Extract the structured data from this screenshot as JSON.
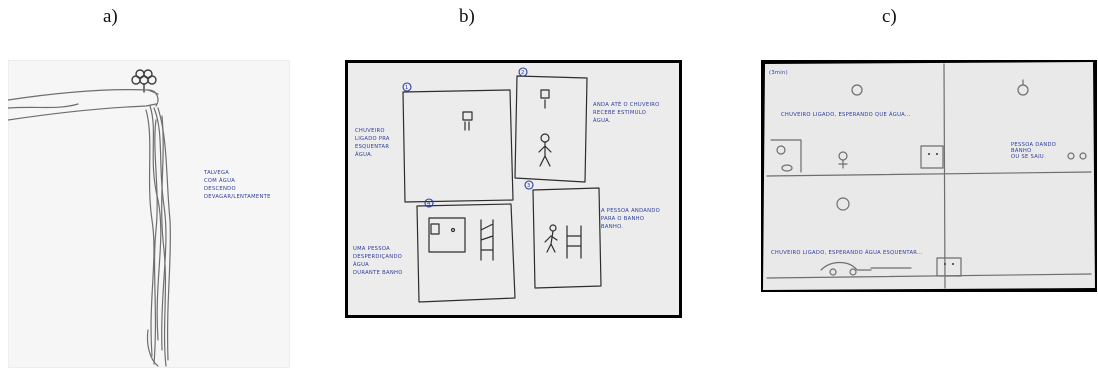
{
  "labels": {
    "a": "a)",
    "b": "b)",
    "c": "c)"
  },
  "panel_a": {
    "note": [
      "TALVEGA",
      "COM ÁGUA",
      "DESCENDO",
      "DEVAGAR/LENTAMENTE"
    ]
  },
  "panel_b": {
    "numbers": [
      "1",
      "2",
      "3",
      "4"
    ],
    "note_1": [
      "CHUVEIRO",
      "LIGADO PRA",
      "ESQUENTAR",
      "ÁGUA."
    ],
    "note_2": [
      "ANDA ATÉ O CHUVEIRO",
      "RECEBE ESTIMULO",
      "ÁGUA."
    ],
    "note_3": [
      "A PESSOA ANDANDO",
      "PARA O BANHO",
      "BANHO."
    ],
    "note_4": [
      "UMA PESSOA",
      "DESPERDIÇANDO",
      "ÁGUA",
      "DURANTE BANHO"
    ]
  },
  "panel_c": {
    "corner": "(3min)",
    "note_top": "CHUVEIRO LIGADO, ESPERANDO QUE ÁGUA...",
    "note_right": [
      "PESSOA DANDO",
      "BANHO",
      "OU SE SAIU"
    ],
    "note_bottom": "CHUVEIRO LIGADO, ESPERANDO ÁGUA ESQUENTAR..."
  },
  "colors": {
    "ink": "#2b3c9c",
    "pencil": "#6e6e6e",
    "frame": "#000000"
  }
}
